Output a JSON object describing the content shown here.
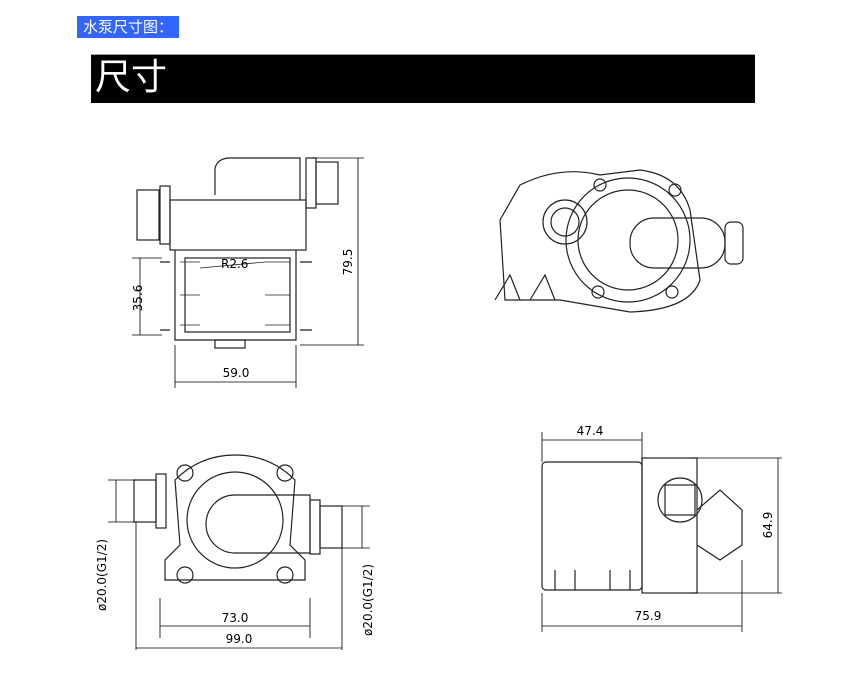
{
  "caption": "水泵尺寸图：",
  "banner_title": "尺寸",
  "drawings": {
    "side_view": {
      "radius": "R2.6",
      "height": "79.5",
      "slot_height": "35.6",
      "width": "59.0"
    },
    "front_view": {
      "inner_width": "73.0",
      "overall_width": "99.0",
      "inlet_port": "ø20.0(G1/2)",
      "outlet_port": "ø20.0(G1/2)"
    },
    "top_view": {
      "body_length": "47.4",
      "height": "64.9",
      "overall_length": "75.9"
    }
  }
}
